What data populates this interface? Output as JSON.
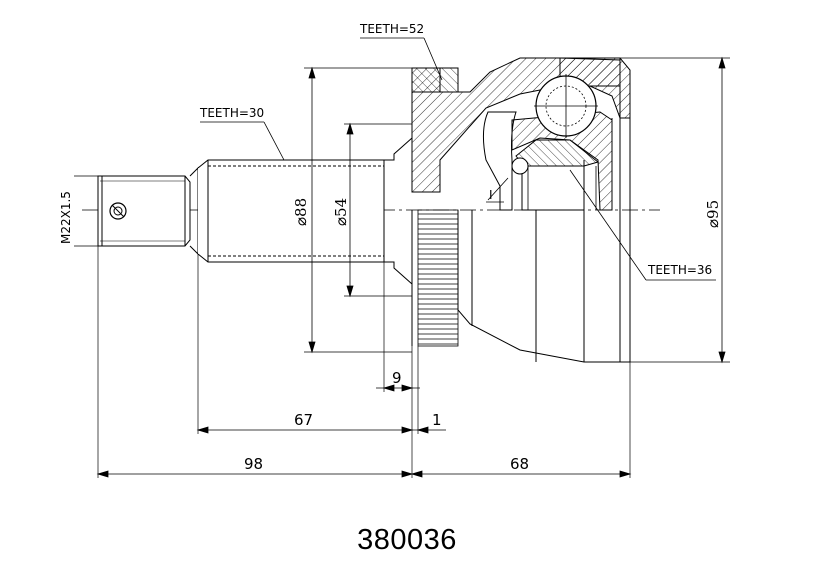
{
  "drawing": {
    "callouts": {
      "teeth_outer": "TEETH=52",
      "teeth_spline": "TEETH=30",
      "teeth_inner": "TEETH=36"
    },
    "dimensions": {
      "thread": "M22X1.5",
      "dia_88": "⌀88",
      "dia_54": "⌀54",
      "dia_95": "⌀95",
      "len_9": "9",
      "len_67": "67",
      "len_1": "1",
      "len_98": "98",
      "len_68": "68"
    },
    "section_mark": "I"
  },
  "part_number": "380036"
}
